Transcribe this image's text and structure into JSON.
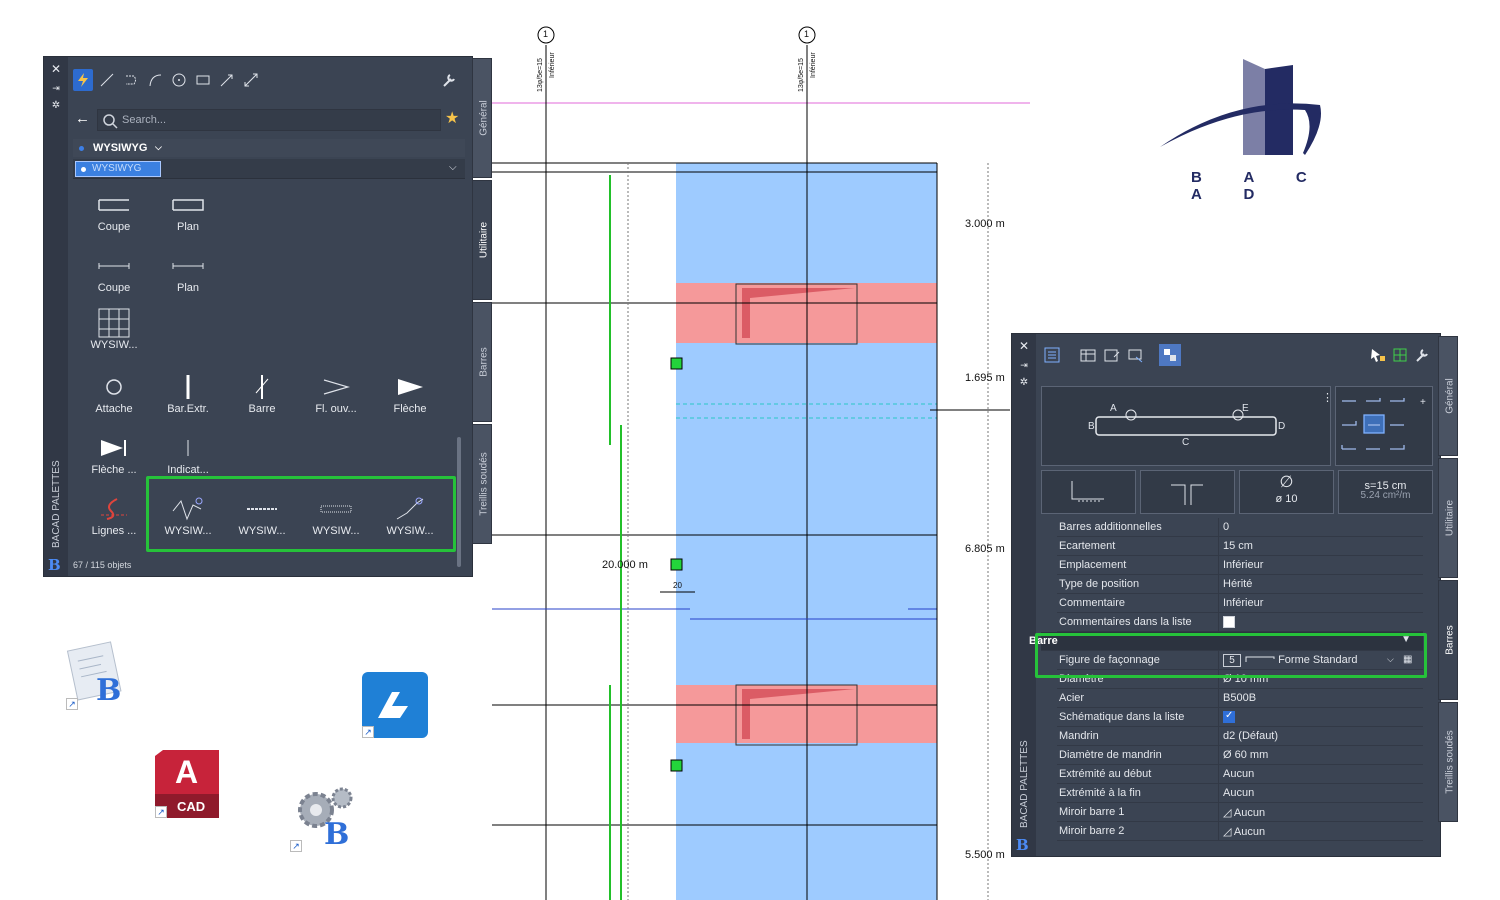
{
  "drawing": {
    "dimensions": [
      "3.000 m",
      "1.695 m",
      "6.805 m",
      "5.500 m",
      "20.000 m",
      "20"
    ],
    "axis_marks": [
      "1",
      "1"
    ],
    "axis_texts": [
      "13φ/5e=15",
      "Inférieur",
      "13φ/5e=15",
      "Inférieur"
    ]
  },
  "logo": {
    "word": "B A C A D"
  },
  "left_palette": {
    "strip_title": "BACAD PALETTES",
    "close_icon": "✕",
    "search_placeholder": "Search...",
    "group_label": "WYSIWYG",
    "subgroup_label": "WYSIWYG",
    "items": [
      {
        "label": "Coupe"
      },
      {
        "label": "Plan"
      },
      {
        "label": "Coupe"
      },
      {
        "label": "Plan"
      },
      {
        "label": "WYSIW..."
      },
      {
        "label": "Attache"
      },
      {
        "label": "Bar.Extr."
      },
      {
        "label": "Barre"
      },
      {
        "label": "Fl. ouv..."
      },
      {
        "label": "Flèche"
      },
      {
        "label": "Flèche ..."
      },
      {
        "label": "Indicat..."
      },
      {
        "label": "Lignes ..."
      },
      {
        "label": "WYSIW..."
      },
      {
        "label": "WYSIW..."
      },
      {
        "label": "WYSIW..."
      },
      {
        "label": "WYSIW..."
      }
    ],
    "footer": "67 / 115 objets",
    "tabs": [
      "Général",
      "Utilitaire",
      "Barres",
      "Treillis soudés"
    ]
  },
  "right_palette": {
    "strip_title": "BACAD PALETTES",
    "shape_letters": [
      "A",
      "E",
      "B",
      "D",
      "C"
    ],
    "options": [
      {
        "label": ""
      },
      {
        "label": ""
      },
      {
        "label": "ø 10"
      },
      {
        "label": "s=15 cm",
        "sub": "5.24 cm²/m"
      }
    ],
    "properties": [
      {
        "key": "Barres additionnelles",
        "value": "0"
      },
      {
        "key": "Ecartement",
        "value": "15 cm"
      },
      {
        "key": "Emplacement",
        "value": "Inférieur"
      },
      {
        "key": "Type de position",
        "value": "Hérité"
      },
      {
        "key": "Commentaire",
        "value": "Inférieur"
      },
      {
        "key": "Commentaires dans la liste",
        "value": ""
      }
    ],
    "section": "Barre",
    "shape_row": {
      "key": "Figure de façonnage",
      "num": "5",
      "value": "Forme Standard"
    },
    "properties2": [
      {
        "key": "Diamètre",
        "value": "Ø 10 mm"
      },
      {
        "key": "Acier",
        "value": "B500B"
      },
      {
        "key": "Schématique dans la liste",
        "value": ""
      },
      {
        "key": "Mandrin",
        "value": "d2 (Défaut)"
      },
      {
        "key": "Diamètre de mandrin",
        "value": "Ø 60 mm"
      },
      {
        "key": "Extrémité au début",
        "value": "Aucun"
      },
      {
        "key": "Extrémité à la fin",
        "value": "Aucun"
      },
      {
        "key": "Miroir barre 1",
        "value": "Aucun"
      },
      {
        "key": "Miroir barre 2",
        "value": "Aucun"
      }
    ],
    "tabs": [
      "Général",
      "Utilitaire",
      "Barres",
      "Treillis soudés"
    ]
  },
  "desktop": {
    "autocad_label": "CAD",
    "autocad_letter": "A"
  },
  "colors": {
    "palette_bg": "#3b4453",
    "highlight": "#26c23a",
    "concrete": "#9ecbff",
    "zone": "#f5999a"
  }
}
